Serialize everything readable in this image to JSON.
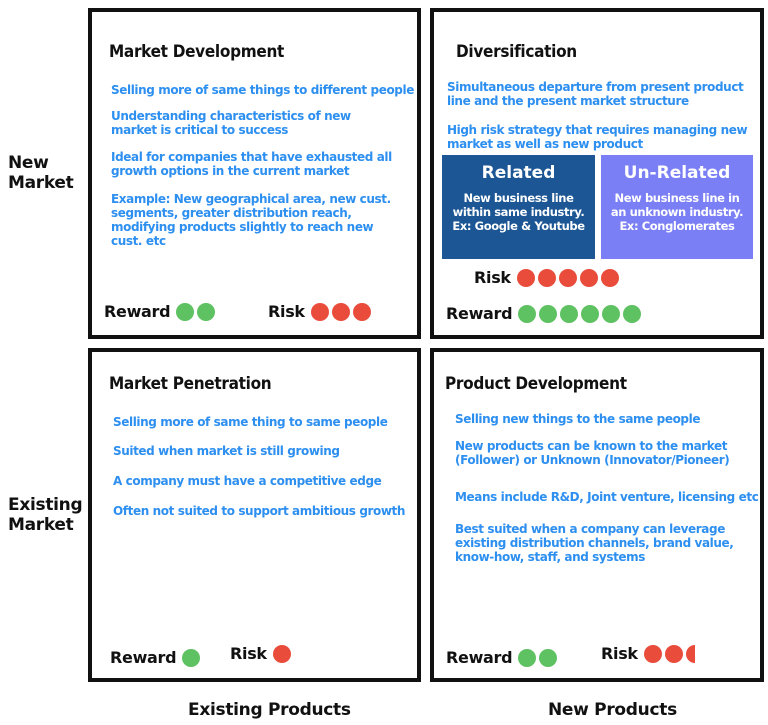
{
  "colors": {
    "text_points": "#2d8ff0",
    "reward_dot": "#5ec162",
    "risk_dot": "#e94c3b",
    "related_box": "#1c5694",
    "unrelated_box": "#7b7ff5",
    "border": "#111111"
  },
  "axes": {
    "y_top": [
      "New",
      "Market"
    ],
    "y_bottom": [
      "Existing",
      "Market"
    ],
    "x_left": "Existing Products",
    "x_right": "New Products"
  },
  "quadrants": {
    "market_development": {
      "title": "Market Development",
      "points": [
        "Selling more of same things to different people",
        "Understanding characteristics of new market is critical to success",
        "Ideal for companies that have exhausted all growth options in the current market",
        "Example: New geographical area, new cust. segments, greater distribution reach, modifying products slightly to reach new cust. etc"
      ],
      "reward_label": "Reward",
      "reward": 2,
      "risk_label": "Risk",
      "risk": 3
    },
    "diversification": {
      "title": "Diversification",
      "points": [
        "Simultaneous departure from  present product line and the present market structure",
        "High risk strategy that requires managing new market as well as new product"
      ],
      "related": {
        "title": "Related",
        "desc": [
          "New business line",
          "within same industry.",
          "Ex: Google & Youtube"
        ]
      },
      "unrelated": {
        "title": "Un-Related",
        "desc": [
          "New business line in",
          "an unknown industry.",
          "Ex: Conglomerates"
        ]
      },
      "risk_label": "Risk",
      "risk": 5,
      "reward_label": "Reward",
      "reward": 6
    },
    "market_penetration": {
      "title": "Market Penetration",
      "points": [
        "Selling more of same thing to same people",
        "Suited when market is still growing",
        "A company must have a competitive edge",
        "Often not suited to support ambitious growth"
      ],
      "reward_label": "Reward",
      "reward": 1,
      "risk_label": "Risk",
      "risk": 1
    },
    "product_development": {
      "title": "Product Development",
      "points": [
        "Selling new things to the same people",
        "New products can be known to the market (Follower) or Unknown (Innovator/Pioneer)",
        "Means include R&D, Joint venture, licensing etc",
        "Best suited when a company can leverage existing distribution channels, brand value, know-how, staff, and systems"
      ],
      "reward_label": "Reward",
      "reward": 2,
      "risk_label": "Risk",
      "risk": 2.5
    }
  }
}
